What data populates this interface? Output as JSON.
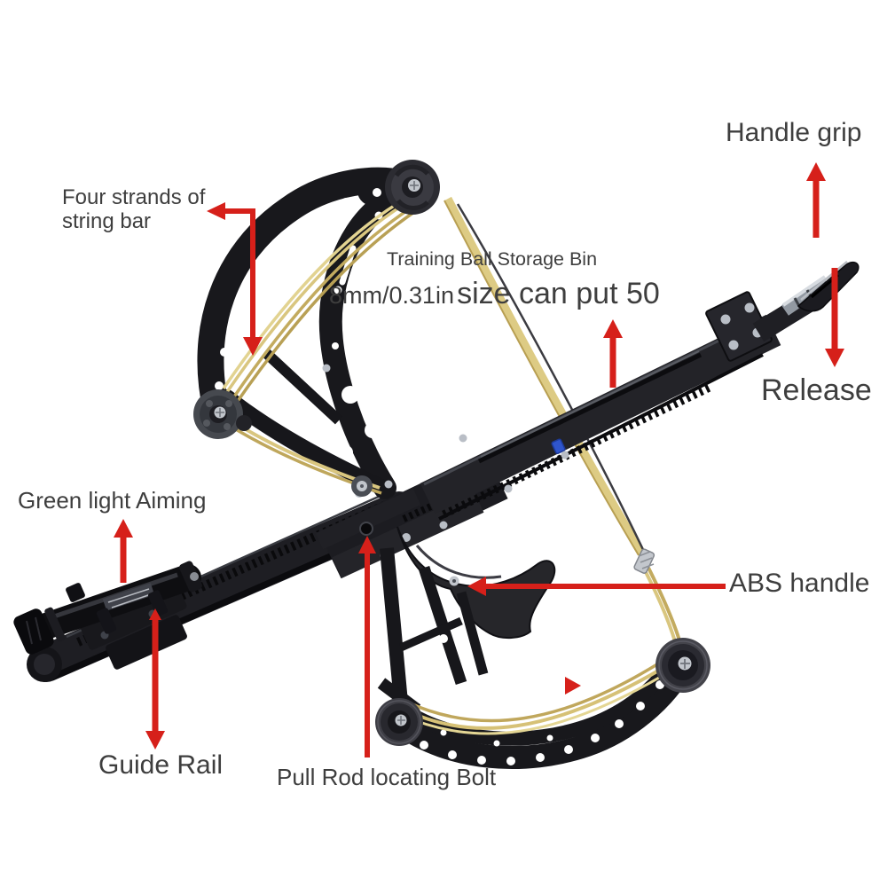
{
  "page": {
    "background": "#ffffff",
    "kind": "annotated product photo",
    "subject": "compound bow slingshot with labeled parts"
  },
  "colors": {
    "arrow_red": "#d6201a",
    "label_text": "#3e3e3e",
    "frame_black": "#18181c",
    "string_gold": "#d9c67f",
    "metal_silver": "#c2c6cc",
    "clamp_blue": "#2f55cc"
  },
  "callouts": {
    "handle_grip": {
      "text": "Handle grip",
      "arrow": "up-toward-label"
    },
    "four_strands": {
      "text": "Four strands of string bar",
      "arrow": "elbow-left-and-down"
    },
    "storage_bin": {
      "title": "Training Ball Storage Bin",
      "size_prefix": "8mm/0.31in",
      "size_text": "size can put 50",
      "arrow": "up-toward-label"
    },
    "release": {
      "text": "Release",
      "arrow": "down-toward-label"
    },
    "green_light": {
      "text": "Green light Aiming",
      "arrow": "up-toward-label"
    },
    "abs_handle": {
      "text": "ABS handle",
      "arrow": "left-toward-part"
    },
    "guide_rail": {
      "text": "Guide Rail",
      "arrow": "down-toward-label"
    },
    "pull_rod": {
      "text": "Pull Rod locating Bolt",
      "arrow": "up-toward-part"
    }
  },
  "parts": {
    "guide_rail": "toothed guide rail (lower left)",
    "laser_sight": "green light aiming laser",
    "upper_limb": "upper bow limb with cam wheels",
    "storage_rail": "training ball storage bin rail",
    "handle_grip_hook": "hook at rail end",
    "abs_handle": "ABS pistol grip",
    "lower_limb": "lower bow limb with cam wheels",
    "string_bead": "metal string crimp bead",
    "pull_rod_bolt": "pull rod locating bolt"
  }
}
